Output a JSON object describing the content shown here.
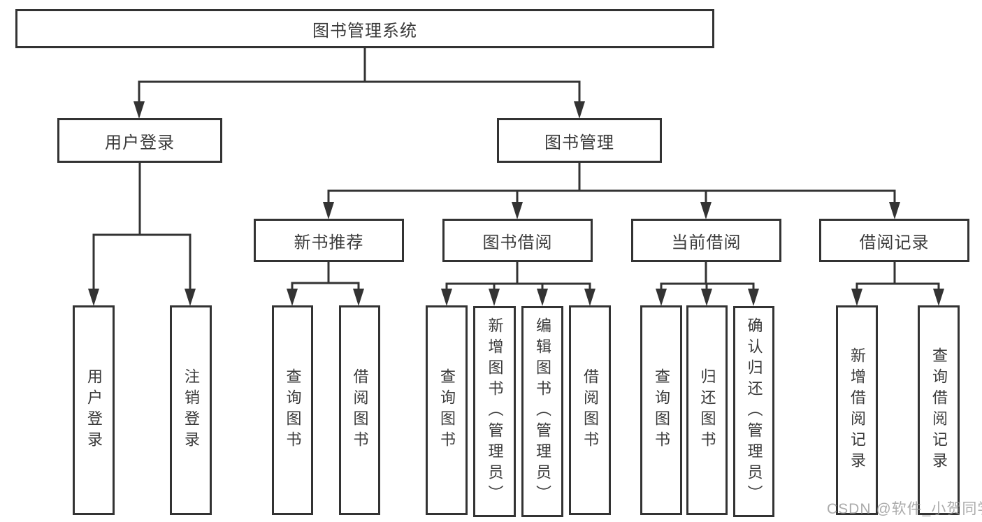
{
  "diagram": {
    "root": {
      "label": "图书管理系统"
    },
    "branches": [
      {
        "label": "用户登录",
        "leaves": [
          {
            "label": "用户登录"
          },
          {
            "label": "注销登录"
          }
        ]
      },
      {
        "label": "图书管理",
        "groups": [
          {
            "label": "新书推荐",
            "leaves": [
              {
                "label": "查询图书"
              },
              {
                "label": "借阅图书"
              }
            ]
          },
          {
            "label": "图书借阅",
            "leaves": [
              {
                "label": "查询图书"
              },
              {
                "label": "新增图书（管理员）"
              },
              {
                "label": "编辑图书（管理员）"
              },
              {
                "label": "借阅图书"
              }
            ]
          },
          {
            "label": "当前借阅",
            "leaves": [
              {
                "label": "查询图书"
              },
              {
                "label": "归还图书"
              },
              {
                "label": "确认归还（管理员）"
              }
            ]
          },
          {
            "label": "借阅记录",
            "leaves": [
              {
                "label": "新增借阅记录"
              },
              {
                "label": "查询借阅记录"
              }
            ]
          }
        ]
      }
    ]
  },
  "watermark": {
    "text": "CSDN @软件_小贺同学"
  },
  "colors": {
    "line": "#333333",
    "text": "#3a3a3a",
    "background": "#ffffff",
    "watermark": "#969696"
  }
}
